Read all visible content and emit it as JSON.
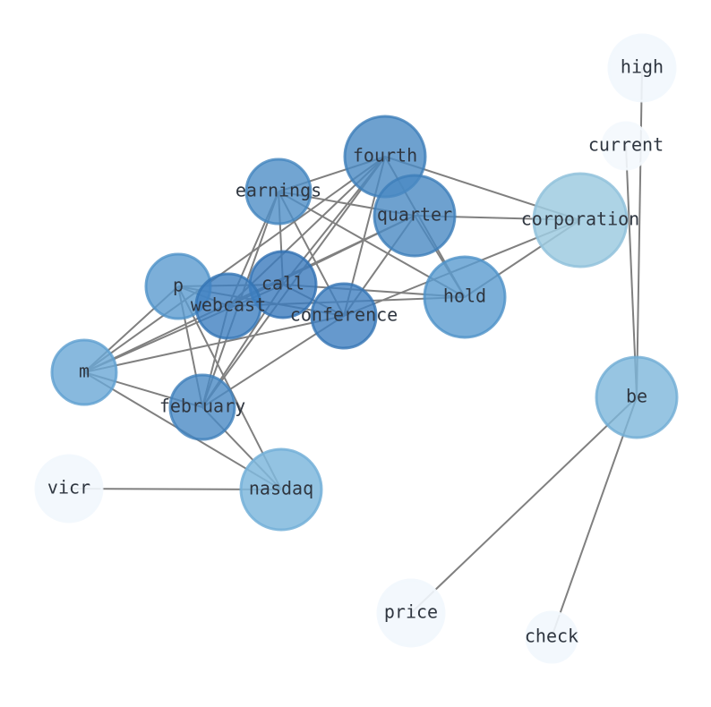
{
  "nodes": [
    {
      "id": "high",
      "label": "high",
      "fill": "#f2f7fd",
      "stroke": "#f2f7fd",
      "opacity": 0.9
    },
    {
      "id": "current",
      "label": "current",
      "fill": "#f4f8fd",
      "stroke": "#f4f8fd",
      "opacity": 0.9
    },
    {
      "id": "fourth",
      "label": "fourth",
      "fill": "#4a89c3",
      "stroke": "#3d7eb9",
      "opacity": 0.8
    },
    {
      "id": "earnings",
      "label": "earnings",
      "fill": "#4f8fc7",
      "stroke": "#4285be",
      "opacity": 0.8
    },
    {
      "id": "quarter",
      "label": "quarter",
      "fill": "#4a89c3",
      "stroke": "#3d7eb9",
      "opacity": 0.8
    },
    {
      "id": "corporation",
      "label": "corporation",
      "fill": "#9fcbe1",
      "stroke": "#92c2dc",
      "opacity": 0.85
    },
    {
      "id": "p",
      "label": "p",
      "fill": "#5b9bcf",
      "stroke": "#4f92c8",
      "opacity": 0.8
    },
    {
      "id": "call",
      "label": "call",
      "fill": "#3b7bbd",
      "stroke": "#2f6fb1",
      "opacity": 0.8
    },
    {
      "id": "webcast",
      "label": "webcast",
      "fill": "#3f80c0",
      "stroke": "#3374b4",
      "opacity": 0.8
    },
    {
      "id": "conference",
      "label": "conference",
      "fill": "#4080c0",
      "stroke": "#3474b4",
      "opacity": 0.8
    },
    {
      "id": "hold",
      "label": "hold",
      "fill": "#5a9bcf",
      "stroke": "#4f92c8",
      "opacity": 0.8
    },
    {
      "id": "m",
      "label": "m",
      "fill": "#6aa8d6",
      "stroke": "#5e9fd0",
      "opacity": 0.8
    },
    {
      "id": "february",
      "label": "february",
      "fill": "#4a8ac4",
      "stroke": "#3e7fba",
      "opacity": 0.8
    },
    {
      "id": "be",
      "label": "be",
      "fill": "#7db6db",
      "stroke": "#71add5",
      "opacity": 0.8
    },
    {
      "id": "vicr",
      "label": "vicr",
      "fill": "#f2f7fd",
      "stroke": "#f2f7fd",
      "opacity": 0.9
    },
    {
      "id": "nasdaq",
      "label": "nasdaq",
      "fill": "#80b8dd",
      "stroke": "#74b0d8",
      "opacity": 0.85
    },
    {
      "id": "price",
      "label": "price",
      "fill": "#f2f7fd",
      "stroke": "#f2f7fd",
      "opacity": 0.9
    },
    {
      "id": "check",
      "label": "check",
      "fill": "#f2f7fd",
      "stroke": "#f2f7fd",
      "opacity": 0.9
    }
  ],
  "edges": [
    [
      "high",
      "be"
    ],
    [
      "current",
      "be"
    ],
    [
      "be",
      "price"
    ],
    [
      "be",
      "check"
    ],
    [
      "vicr",
      "nasdaq"
    ],
    [
      "fourth",
      "corporation"
    ],
    [
      "fourth",
      "hold"
    ],
    [
      "fourth",
      "earnings"
    ],
    [
      "fourth",
      "webcast"
    ],
    [
      "fourth",
      "call"
    ],
    [
      "fourth",
      "conference"
    ],
    [
      "fourth",
      "february"
    ],
    [
      "fourth",
      "m"
    ],
    [
      "earnings",
      "quarter"
    ],
    [
      "earnings",
      "call"
    ],
    [
      "earnings",
      "conference"
    ],
    [
      "earnings",
      "hold"
    ],
    [
      "earnings",
      "february"
    ],
    [
      "earnings",
      "webcast"
    ],
    [
      "quarter",
      "corporation"
    ],
    [
      "quarter",
      "hold"
    ],
    [
      "quarter",
      "conference"
    ],
    [
      "quarter",
      "m"
    ],
    [
      "quarter",
      "webcast"
    ],
    [
      "corporation",
      "hold"
    ],
    [
      "corporation",
      "conference"
    ],
    [
      "p",
      "webcast"
    ],
    [
      "p",
      "call"
    ],
    [
      "p",
      "m"
    ],
    [
      "p",
      "february"
    ],
    [
      "p",
      "nasdaq"
    ],
    [
      "p",
      "conference"
    ],
    [
      "call",
      "m"
    ],
    [
      "call",
      "conference"
    ],
    [
      "call",
      "hold"
    ],
    [
      "call",
      "february"
    ],
    [
      "webcast",
      "hold"
    ],
    [
      "webcast",
      "february"
    ],
    [
      "conference",
      "february"
    ],
    [
      "conference",
      "m"
    ],
    [
      "m",
      "nasdaq"
    ],
    [
      "m",
      "february"
    ],
    [
      "february",
      "nasdaq"
    ]
  ]
}
